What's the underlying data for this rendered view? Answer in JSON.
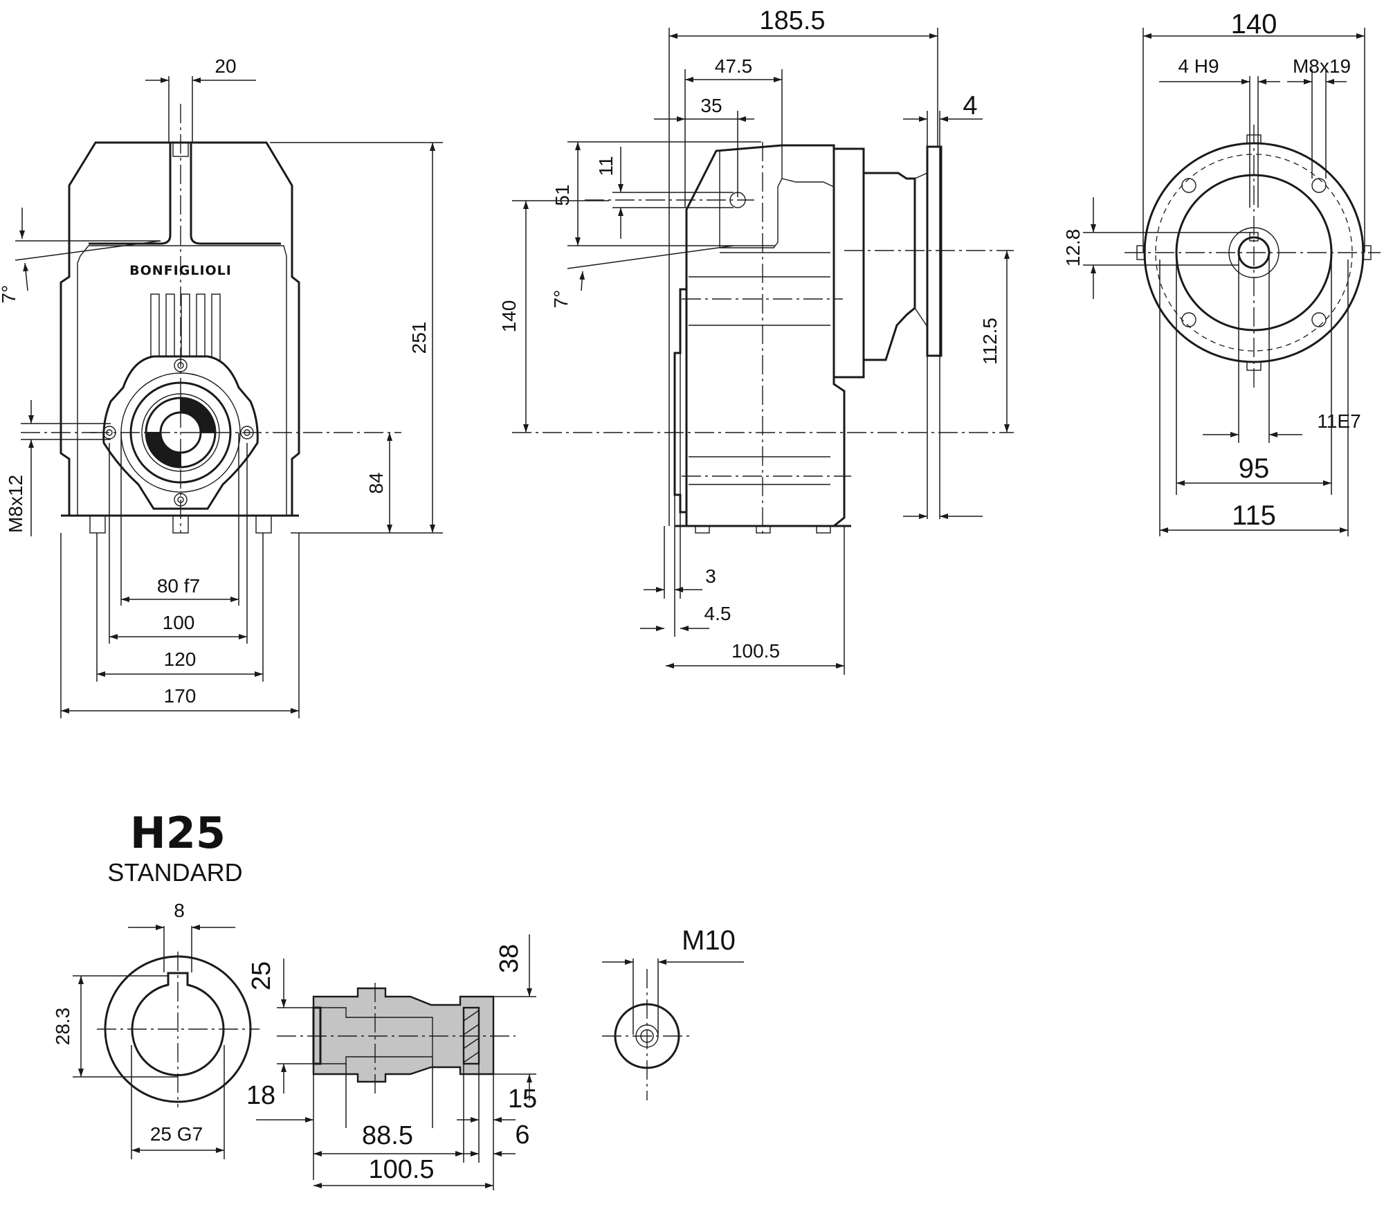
{
  "brand": "BONFIGLIOLI",
  "shaft_variant": {
    "code": "H25",
    "name": "STANDARD"
  },
  "front_view": {
    "dims": {
      "top_width": "20",
      "height_total": "251",
      "angle": "7°",
      "thread": "M8x12",
      "center_height": "84",
      "pilot": "80 f7",
      "d100": "100",
      "d120": "120",
      "width_total": "170"
    }
  },
  "side_view": {
    "dims": {
      "length_total": "185.5",
      "d47_5": "47.5",
      "d35": "35",
      "flange_thk": "4",
      "d11": "11",
      "d51": "51",
      "d140": "140",
      "angle": "7°",
      "d112_5": "112.5",
      "d3": "3",
      "d4_5": "4.5",
      "d100_5": "100.5"
    }
  },
  "end_view": {
    "dims": {
      "width_total": "140",
      "key_width": "4 H9",
      "thread": "M8x19",
      "key_height": "12.8",
      "bore": "11E7",
      "d95": "95",
      "d115": "115"
    }
  },
  "shaft_detail": {
    "dims": {
      "key": "8",
      "key_depth": "28.3",
      "bore": "25 G7",
      "d25": "25",
      "d38": "38",
      "d18": "18",
      "d15": "15",
      "d88_5": "88.5",
      "d6": "6",
      "d100_5": "100.5",
      "thread": "M10"
    }
  }
}
